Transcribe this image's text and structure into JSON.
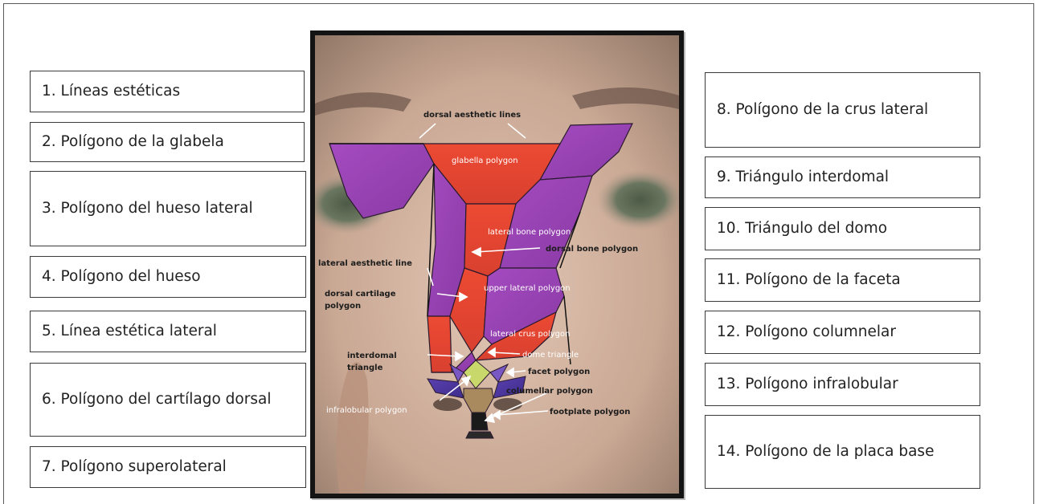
{
  "left_labels": [
    "1. Líneas estéticas",
    "2. Polígono de la glabela",
    "3. Polígono del hueso lateral",
    "4. Polígono del hueso",
    "5. Línea estética lateral",
    "6. Polígono del cartílago dorsal",
    "7. Polígono superolateral"
  ],
  "right_labels": [
    "8. Polígono de la crus lateral",
    "9. Triángulo interdomal",
    "10. Triángulo del domo",
    "11. Polígono de la faceta",
    "12. Polígono columnelar",
    "13. Polígono infralobular",
    "14. Polígono de la placa base"
  ],
  "figure_labels": {
    "dorsal_aesthetic_lines": "dorsal aesthetic lines",
    "glabella_polygon": "glabella polygon",
    "lateral_bone_polygon": "lateral bone polygon",
    "dorsal_bone_polygon": "dorsal bone polygon",
    "lateral_aesthetic_line": "lateral aesthetic line",
    "dorsal_cartilage_polygon_1": "dorsal cartilage",
    "dorsal_cartilage_polygon_2": "polygon",
    "upper_lateral_polygon": "upper lateral polygon",
    "lateral_crus_polygon": "lateral crus polygon",
    "interdomal_triangle_1": "interdomal",
    "interdomal_triangle_2": "triangle",
    "dome_triangle": "dome triangle",
    "facet_polygon": "facet polygon",
    "columellar_polygon": "columellar polygon",
    "infralobular_polygon": "infralobular polygon",
    "footplate_polygon": "footplate polygon"
  },
  "colors": {
    "purple": "#9b3fb2",
    "red": "#e8472e",
    "blue_violet": "#4e3aa0",
    "yellow_green": "#c8d86a",
    "skin": "#c9ad99"
  }
}
